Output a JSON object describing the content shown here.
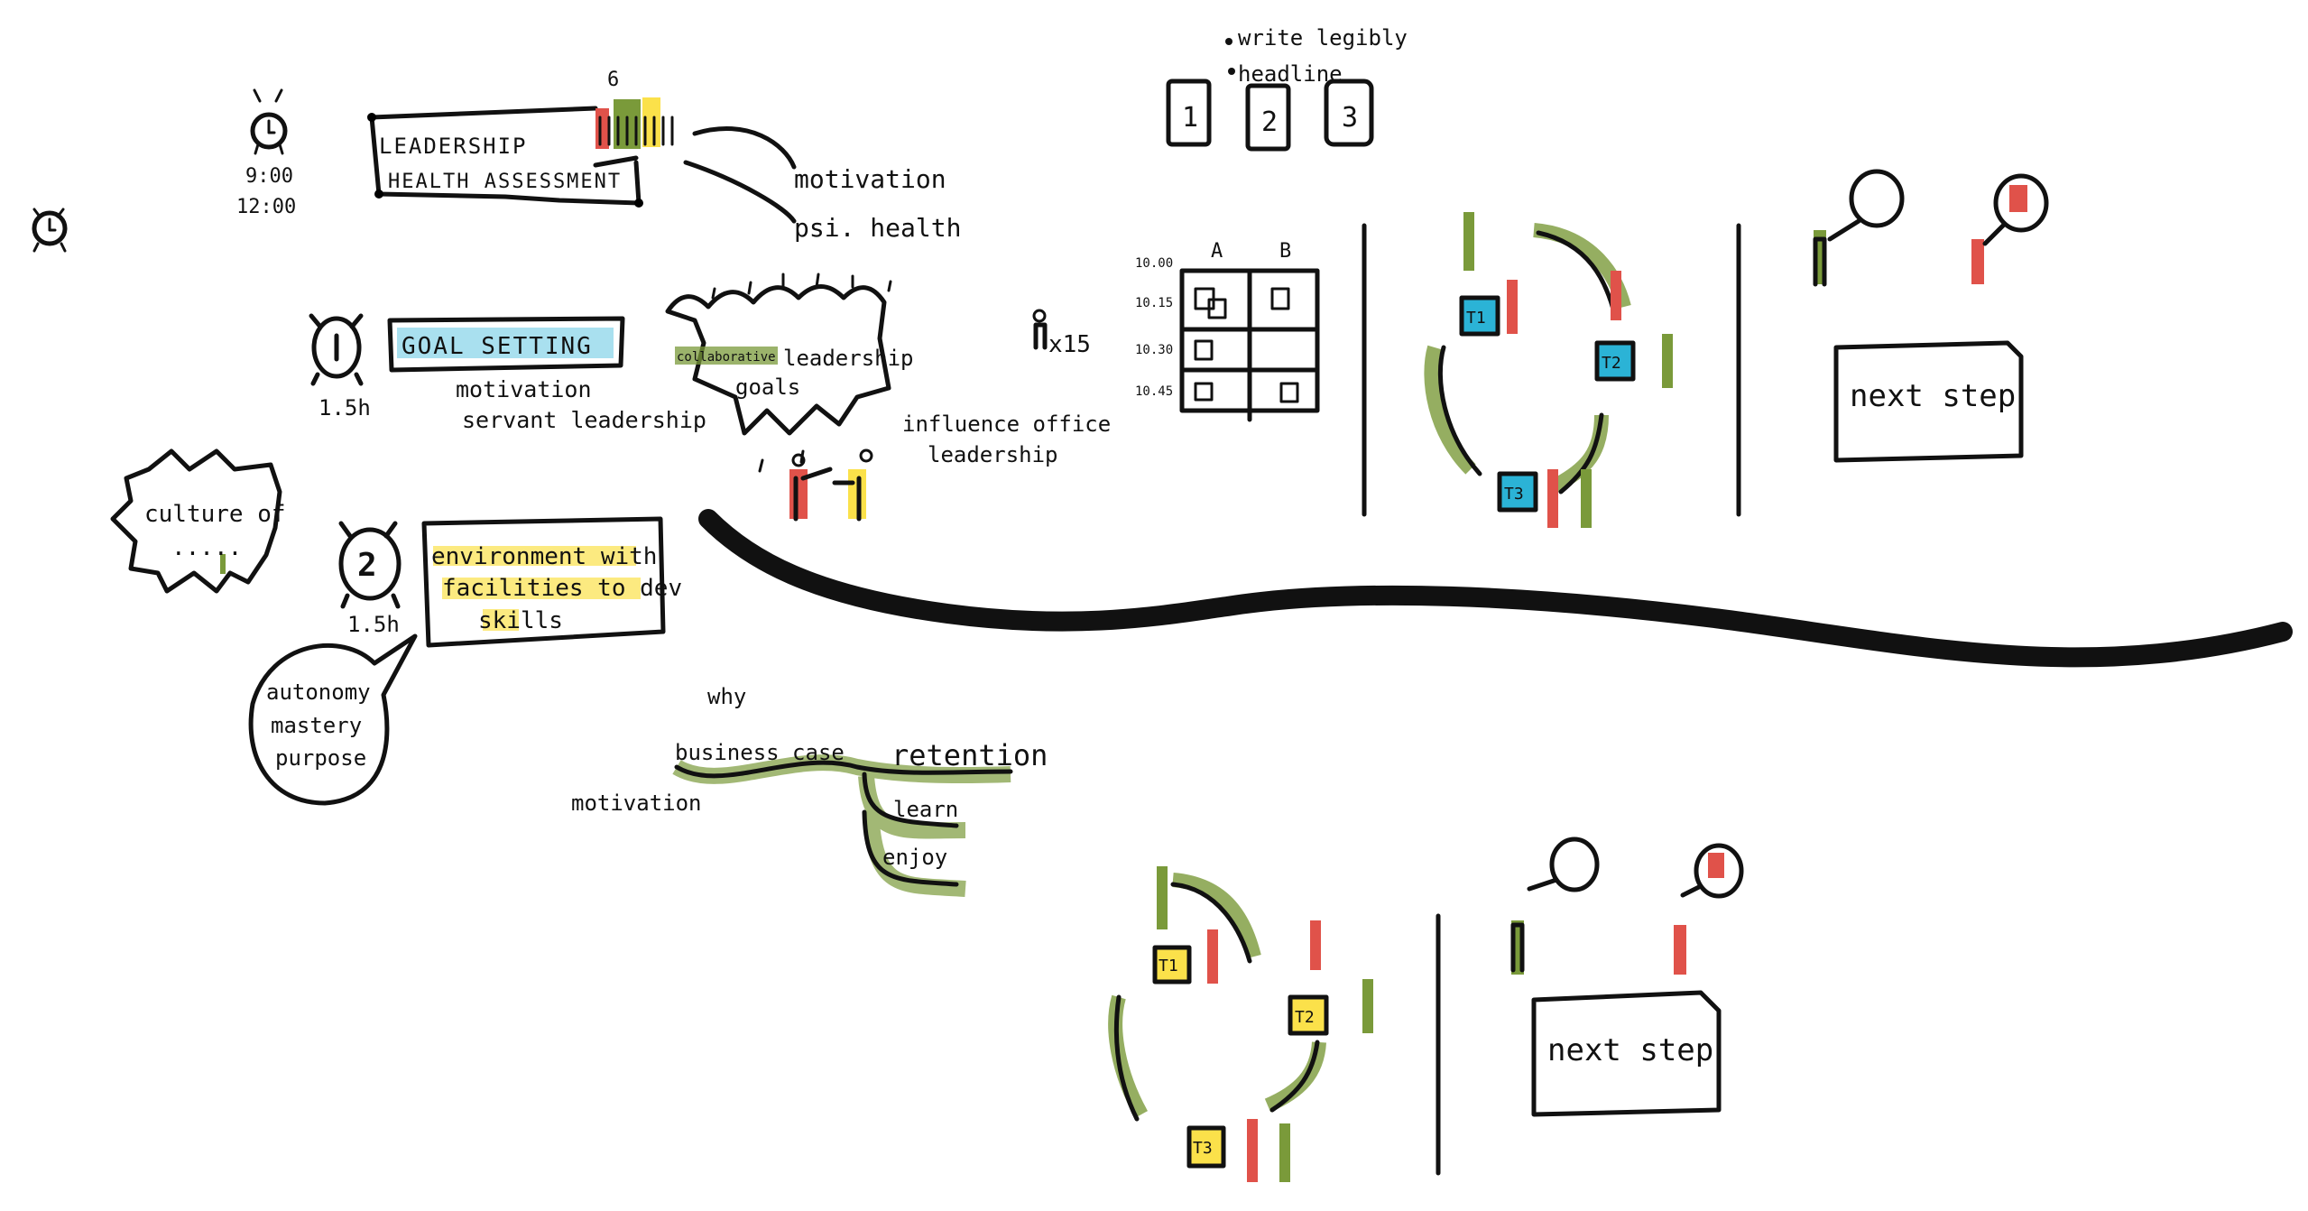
{
  "colors": {
    "ink": "#111111",
    "green": "#7a9a3a",
    "red": "#e0524a",
    "yellow": "#fbe14a",
    "blue": "#2bb3d6",
    "light_blue": "#a9e0ef"
  },
  "top_left": {
    "time_start": "9:00",
    "time_end": "12:00"
  },
  "assessment": {
    "title_line1": "LEADERSHIP",
    "title_line2": "HEALTH ASSESSMENT",
    "group_count": "6",
    "branch_1": "motivation",
    "branch_2": "psi. health"
  },
  "session_1": {
    "clock_number": "1",
    "duration": "1.5h",
    "title": "GOAL SETTING",
    "note_1": "motivation",
    "note_2": "servant leadership"
  },
  "cloud": {
    "highlight": "collaborative",
    "line_1": "leadership",
    "line_2": "goals"
  },
  "influence": {
    "line_1": "influence office",
    "line_2": "leadership"
  },
  "people_count": "x15",
  "cards": {
    "items": [
      "1",
      "2",
      "3"
    ],
    "bullets": [
      "write legibly",
      "headline"
    ]
  },
  "schedule": {
    "columns": [
      "A",
      "B"
    ],
    "times": [
      "10.00",
      "10.15",
      "10.30",
      "10.45"
    ]
  },
  "cycle_top": {
    "tasks": [
      "T1",
      "T2",
      "T3"
    ]
  },
  "next_step_top": "next step",
  "culture_bubble": {
    "line_1": "culture of",
    "line_2": "....."
  },
  "session_2": {
    "clock_number": "2",
    "duration": "1.5h",
    "line_1": "environment with",
    "line_2": "facilities to dev",
    "line_3": "skills"
  },
  "speech_bubble": [
    "autonomy",
    "mastery",
    "purpose"
  ],
  "why_tree": {
    "question": "why",
    "root": "business case",
    "main": "retention",
    "side": "motivation",
    "branch_1": "learn",
    "branch_2": "enjoy"
  },
  "cycle_bottom": {
    "tasks": [
      "T1",
      "T2",
      "T3"
    ]
  },
  "next_step_bottom": "next step"
}
